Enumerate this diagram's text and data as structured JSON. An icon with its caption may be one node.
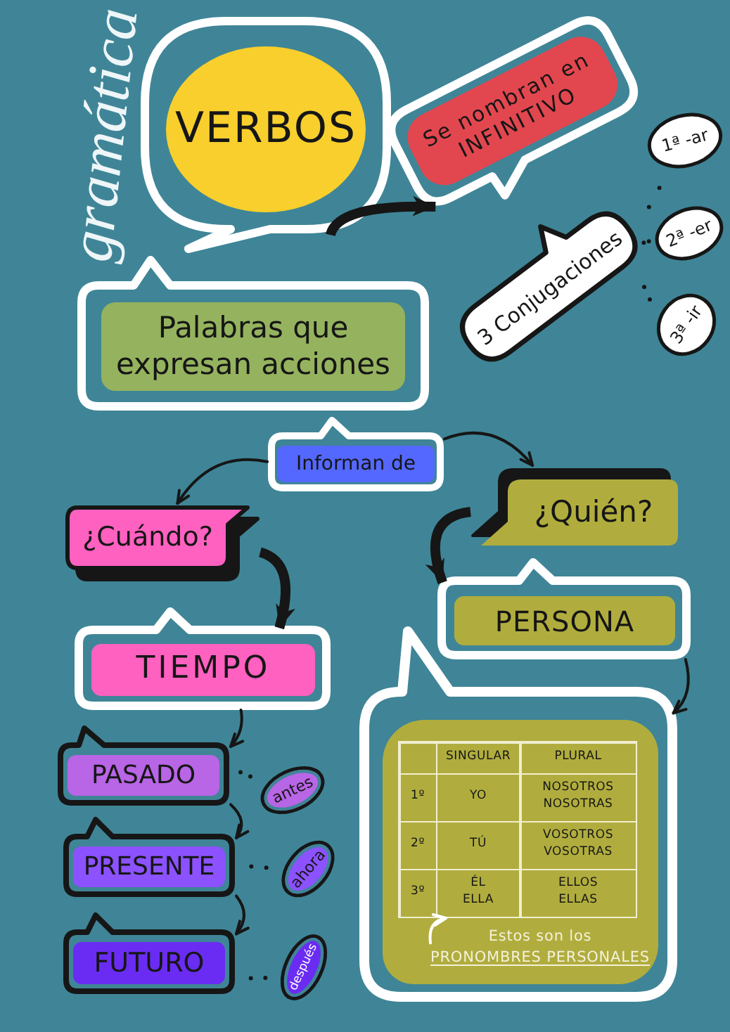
{
  "diagram": {
    "title": "gramática",
    "nodes": [
      {
        "text": [
          "VERBOS"
        ]
      },
      {
        "text": [
          "Se nombran en INFINITIVO"
        ]
      },
      {
        "text": [
          "3 Conjugaciones"
        ]
      },
      {
        "text": [
          "1ª -ar"
        ]
      },
      {
        "text": [
          "2ª -er"
        ]
      },
      {
        "text": [
          "3ª -ir"
        ]
      },
      {
        "text": [
          "Palabras que expresan acciones"
        ]
      },
      {
        "text": [
          "Informan de"
        ]
      },
      {
        "text": [
          "¿Cuándo?"
        ]
      },
      {
        "text": [
          "¿Quién?"
        ]
      },
      {
        "text": [
          "TIEMPO"
        ]
      },
      {
        "text": [
          "PERSONA"
        ]
      },
      {
        "text": [
          "PASADO"
        ]
      },
      {
        "text": [
          "antes"
        ]
      },
      {
        "text": [
          "PRESENTE"
        ]
      },
      {
        "text": [
          "ahora"
        ]
      },
      {
        "text": [
          "FUTURO"
        ]
      },
      {
        "text": [
          "después"
        ]
      },
      {
        "text": [],
        "shape": "box"
      },
      {
        "text": [
          "SINGULAR",
          "PLURAL",
          "1º",
          "YO",
          "NOSOTROS NOSOTRAS",
          "2º",
          "TÚ",
          "VOSOTROS VOSOTRAS",
          "3º",
          "ÉL ELLA",
          "ELLOS ELLAS"
        ],
        "in": 18
      },
      {
        "text": [
          "Estos son los",
          "PRONOMBRES PERSONALES"
        ],
        "in": 18
      }
    ],
    "edges": [
      {
        "from": 0,
        "to": 1,
        "arrow": "to",
        "style": "thick"
      },
      {
        "from": 2,
        "to": 3,
        "arrow": "none",
        "style": "dashed"
      },
      {
        "from": 2,
        "to": 4,
        "arrow": "none",
        "style": "dashed"
      },
      {
        "from": 2,
        "to": 5,
        "arrow": "none",
        "style": "dashed"
      },
      {
        "from": 7,
        "to": 8,
        "arrow": "to"
      },
      {
        "from": 7,
        "to": 9,
        "arrow": "to"
      },
      {
        "from": 8,
        "to": 10,
        "arrow": "to",
        "style": "thick"
      },
      {
        "from": 9,
        "to": 11,
        "arrow": "to",
        "style": "thick"
      },
      {
        "from": 10,
        "to": 12,
        "arrow": "to"
      },
      {
        "from": 12,
        "to": 14,
        "arrow": "to"
      },
      {
        "from": 14,
        "to": 16,
        "arrow": "to"
      },
      {
        "from": 12,
        "to": 13,
        "arrow": "none",
        "style": "dashed"
      },
      {
        "from": 14,
        "to": 15,
        "arrow": "none",
        "style": "dashed"
      },
      {
        "from": 16,
        "to": 17,
        "arrow": "none",
        "style": "dashed"
      },
      {
        "from": 11,
        "to": 18,
        "arrow": "to"
      },
      {
        "from": 20,
        "to": 19,
        "arrow": "to",
        "color": "#ffffff"
      }
    ]
  }
}
